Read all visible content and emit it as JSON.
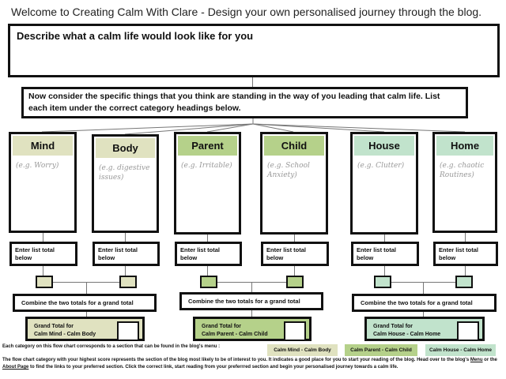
{
  "title": "Welcome to Creating Calm With Clare - Design your own personalised journey through the blog.",
  "question1": "Describe what a calm life would look like for you",
  "question2": "Now consider the specific things that you think are standing in the way of you leading that calm life. List each item under the correct category headings below.",
  "colors": {
    "mind_body": "#e0e2c0",
    "parent_child": "#b5d18a",
    "house_home": "#c1e3cc"
  },
  "categories": [
    {
      "label": "Mind",
      "example": "(e.g. Worry)"
    },
    {
      "label": "Body",
      "example": "(e.g. digestive issues)"
    },
    {
      "label": "Parent",
      "example": "(e.g. Irritable)"
    },
    {
      "label": "Child",
      "example": "(e.g. School Anxiety)"
    },
    {
      "label": "House",
      "example": "(e.g. Clutter)"
    },
    {
      "label": "Home",
      "example": "(e.g. chaotic Routines)"
    }
  ],
  "enter_label": "Enter list total below",
  "combine_label": "Combine the two totals for a grand total",
  "grand_totals": [
    {
      "line1": "Grand Total for",
      "line2": "Calm Mind - Calm Body"
    },
    {
      "line1": "Grand Total for",
      "line2": "Calm Parent - Calm Child"
    },
    {
      "line1": "Grand Total for",
      "line2": "Calm House - Calm Home"
    }
  ],
  "footer": {
    "intro": "Each category on this flow chart corresponds to a section that can be found in the blog's menu :",
    "chips": [
      "Calm Mind - Calm Body",
      "Calm Parent - Calm Child",
      "Calm House - Calm Home"
    ],
    "para_1": "The flow chart category with your highest score represents the section of the blog most likely to be of interest to you. It indicates a good place for you to start your reading of the blog.  Head over to the blog's ",
    "menu_link": "Menu",
    "para_2": " or the ",
    "about_link": "About Page",
    "para_3": " to find the links to your preferred section. Click the correct link, start reading  from your preferrred section and begin your personalised  journey towards a calm life."
  }
}
